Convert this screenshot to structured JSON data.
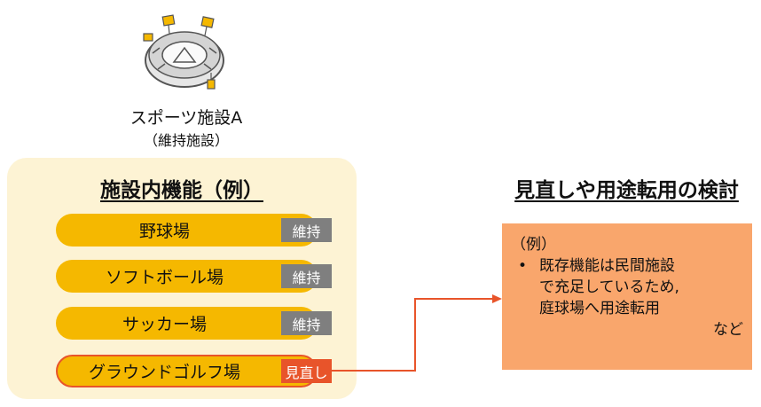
{
  "facility": {
    "title": "スポーツ施設A",
    "subtitle": "（維持施設）"
  },
  "panel": {
    "title": "施設内機能（例）",
    "rows": [
      {
        "label": "野球場",
        "tag": "維持",
        "tag_color": "#7f7f7f"
      },
      {
        "label": "ソフトボール場",
        "tag": "維持",
        "tag_color": "#7f7f7f"
      },
      {
        "label": "サッカー場",
        "tag": "維持",
        "tag_color": "#7f7f7f"
      },
      {
        "label": "グラウンドゴルフ場",
        "tag": "見直し",
        "tag_color": "#e8542a"
      }
    ]
  },
  "review": {
    "title": "見直しや用途転用の検討",
    "example": "（例）",
    "bullet_lines": [
      "既存機能は民間施設",
      "で充足しているため,",
      "庭球場へ用途転用"
    ],
    "etc": "など"
  },
  "colors": {
    "pill": "#f5b800",
    "panel": "#fdf3d4",
    "note": "#f9a66c",
    "accent": "#e8542a",
    "neutral_tag": "#7f7f7f"
  }
}
